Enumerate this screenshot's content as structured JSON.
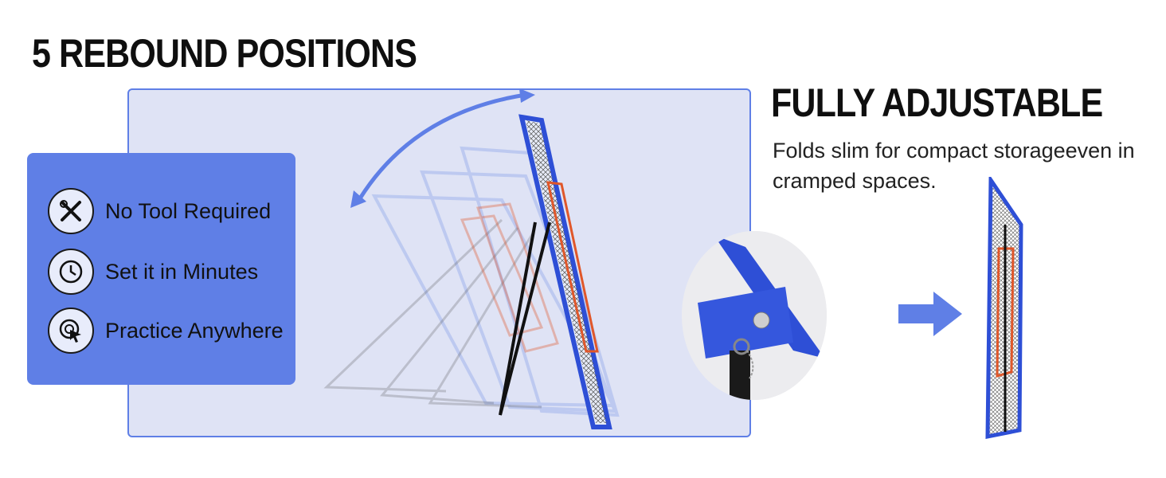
{
  "headline_left": "5 REBOUND POSITIONS",
  "headline_right": "FULLY ADJUSTABLE",
  "description": "Folds slim for compact storageeven in cramped spaces.",
  "features": [
    {
      "label": "No Tool Required",
      "icon": "tools-icon"
    },
    {
      "label": "Set it in Minutes",
      "icon": "clock-icon"
    },
    {
      "label": "Practice Anywhere",
      "icon": "target-cursor-icon"
    }
  ],
  "colors": {
    "accent": "#5f7fe6",
    "panel": "#dfe3f5",
    "frame": "#2e4fd6",
    "target": "#e0572a"
  }
}
